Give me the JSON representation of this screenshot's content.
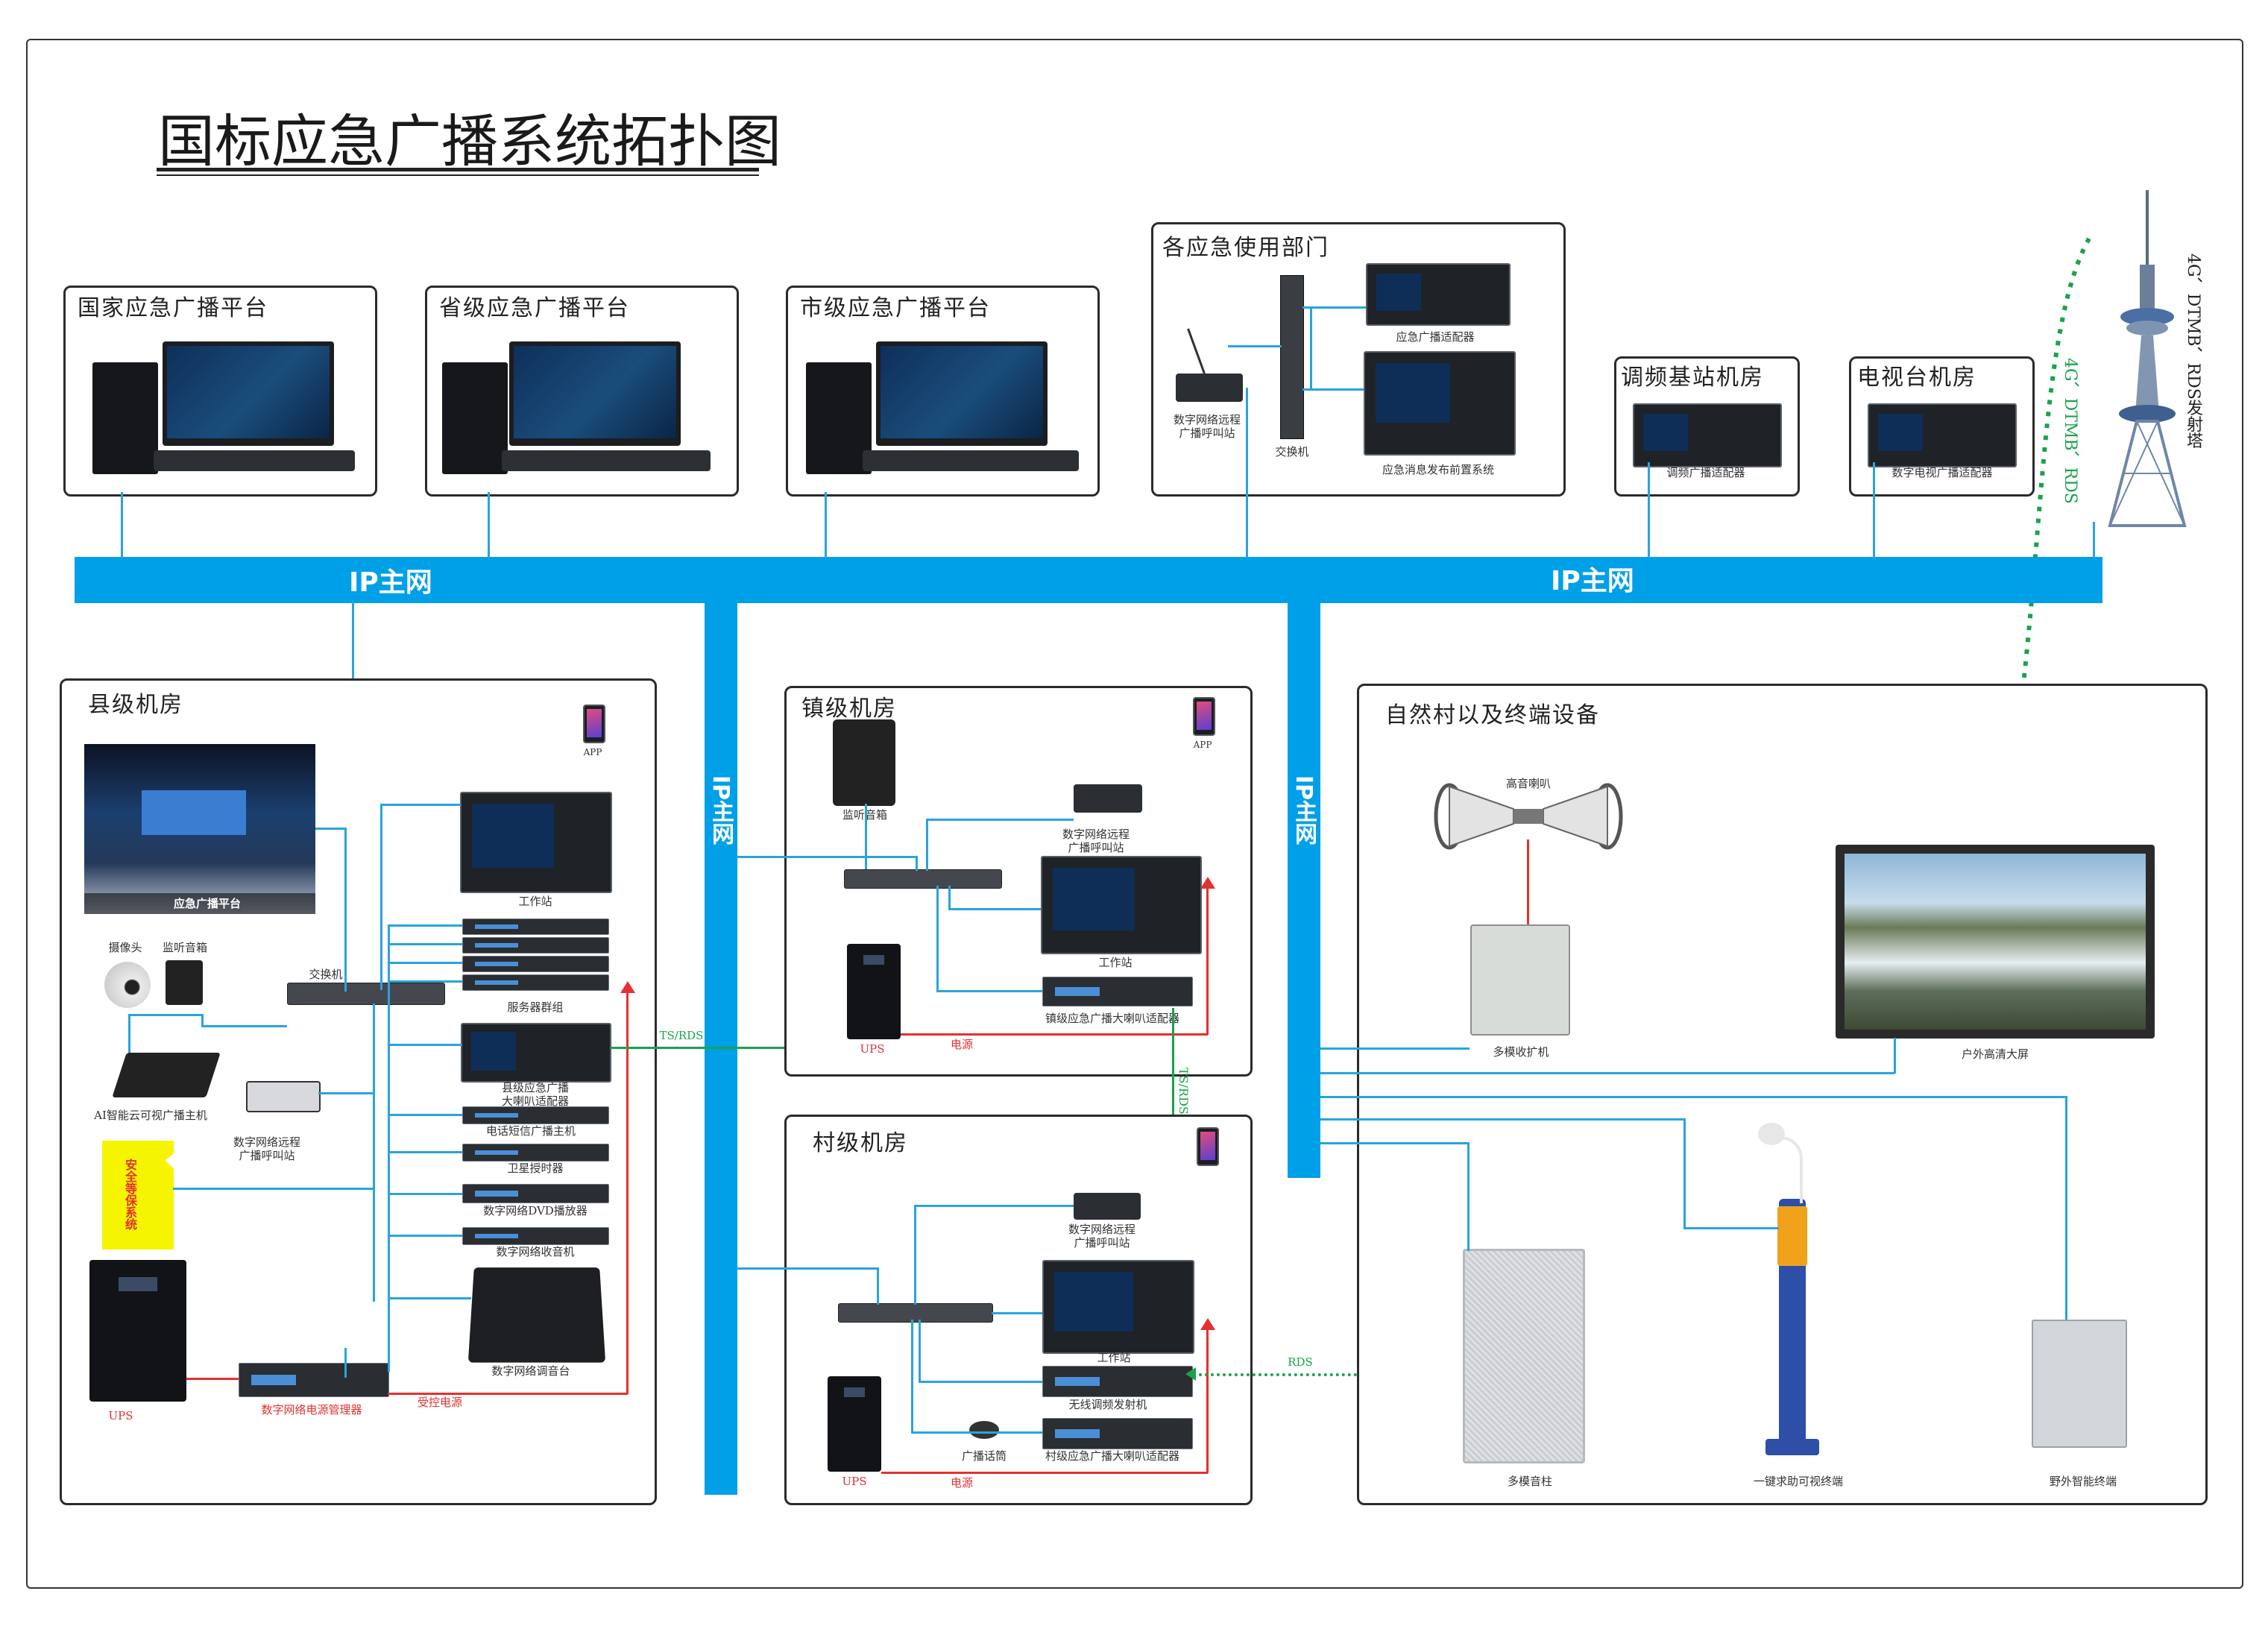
{
  "title": "国标应急广播系统拓扑图",
  "colors": {
    "bus": "#00a0e9",
    "wire": "#2aa4dc",
    "power_wire": "#e53030",
    "ts_wire": "#1aa34a",
    "border": "#2b2b2b"
  },
  "top_panels": {
    "national": {
      "title": "国家应急广播平台"
    },
    "provincial": {
      "title": "省级应急广播平台"
    },
    "city": {
      "title": "市级应急广播平台"
    },
    "departments": {
      "title": "各应急使用部门",
      "mic": "数字网络远程\n广播呼叫站",
      "switch": "交换机",
      "adapter": "应急广播适配器",
      "frontend": "应急消息发布前置系统"
    },
    "fm_station": {
      "title": "调频基站机房",
      "device": "调频广播适配器"
    },
    "tv_station": {
      "title": "电视台机房",
      "device": "数字电视广播适配器"
    }
  },
  "tower": {
    "label": "4G、DTMB、RDS发射塔",
    "link": "4G、DTMB、RDS"
  },
  "bus": {
    "label_left": "IP主网",
    "label_right": "IP主网",
    "label_v1": "IP主网",
    "label_v2": "IP主网"
  },
  "county": {
    "title": "县级机房",
    "app": "APP",
    "screen": "应急广播平台",
    "camera": "摄像头",
    "monitor_speaker": "监听音箱",
    "switch": "交换机",
    "workstation": "工作站",
    "servers": "服务器群组",
    "adapter": "县级应急广播\n大喇叭适配器",
    "sms": "电话短信广播主机",
    "timer": "卫星授时器",
    "dvd": "数字网络DVD播放器",
    "radio": "数字网络收音机",
    "mixer": "数字网络调音台",
    "ai_host": "AI智能云可视广播主机",
    "remote_mic": "数字网络远程\n广播呼叫站",
    "security": "安全等保系统",
    "ups": "UPS",
    "power_mgr": "数字网络电源管理器",
    "ctrl_power": "受控电源",
    "ts_rds": "TS/RDS"
  },
  "town": {
    "title": "镇级机房",
    "app": "APP",
    "monitor_speaker": "监听音箱",
    "remote_mic": "数字网络远程\n广播呼叫站",
    "workstation": "工作站",
    "adapter": "镇级应急广播大喇叭适配器",
    "ups": "UPS",
    "power": "电源",
    "ts_rds": "TS/RDS"
  },
  "village": {
    "title": "村级机房",
    "remote_mic": "数字网络远程\n广播呼叫站",
    "workstation": "工作站",
    "fm_tx": "无线调频发射机",
    "mic": "广播话筒",
    "adapter": "村级应急广播大喇叭适配器",
    "ups": "UPS",
    "power": "电源",
    "rds": "RDS"
  },
  "terminals": {
    "title": "自然村以及终端设备",
    "horn": "高音喇叭",
    "amp": "多模收扩机",
    "screen": "户外高清大屏",
    "column": "多模音柱",
    "sos": "一键求助可视终端",
    "field": "野外智能终端"
  }
}
